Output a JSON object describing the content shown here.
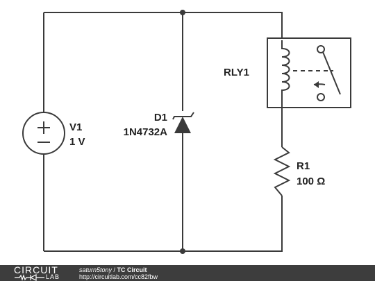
{
  "components": {
    "source": {
      "name": "V1",
      "value": "1 V"
    },
    "diode": {
      "name": "D1",
      "value": "1N4732A"
    },
    "relay": {
      "name": "RLY1"
    },
    "resistor": {
      "name": "R1",
      "value": "100 Ω"
    }
  },
  "footer": {
    "logo_top": "CIRCUIT",
    "logo_bottom": "LAB",
    "author": "saturn5tony",
    "separator": " / ",
    "title": "TC Circuit",
    "url": "http://circuitlab.com/cc82fbw"
  }
}
